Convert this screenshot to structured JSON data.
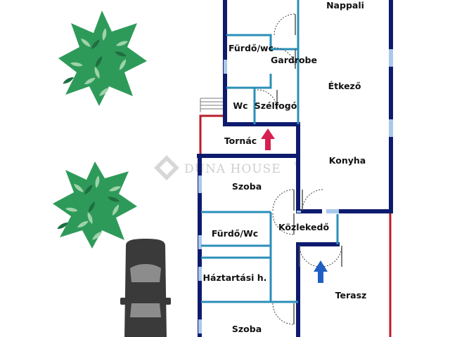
{
  "rooms": {
    "nappali": "Nappali",
    "furdo_wc_1": "Fürdő/wc",
    "gardrobe": "Gardrobe",
    "etkezo": "Étkező",
    "wc": "Wc",
    "szelfogo": "Szélfogó",
    "tornac": "Tornác",
    "konyha": "Konyha",
    "szoba_1": "Szoba",
    "furdo_wc_2": "Fürdő/Wc",
    "kozlekedo": "Közlekedő",
    "haztartasi": "Háztartási h.",
    "terasz": "Terasz",
    "szoba_2": "Szoba"
  },
  "watermark": {
    "brand": "DUNA HOUSE",
    "mark": "®"
  },
  "colors": {
    "wall": "#0d1b6e",
    "partition": "#2a8fb8",
    "window": "#a9c8ec",
    "terrace_line": "#b81e2a",
    "entry_arrow": "#d62050",
    "terrace_arrow": "#1f5fc4",
    "car": "#3a3a3a",
    "tree": "#2e9a5a"
  },
  "icons": [
    "tree-icon",
    "car-icon",
    "entry-arrow-icon",
    "terrace-arrow-icon",
    "door-swing-icon"
  ]
}
